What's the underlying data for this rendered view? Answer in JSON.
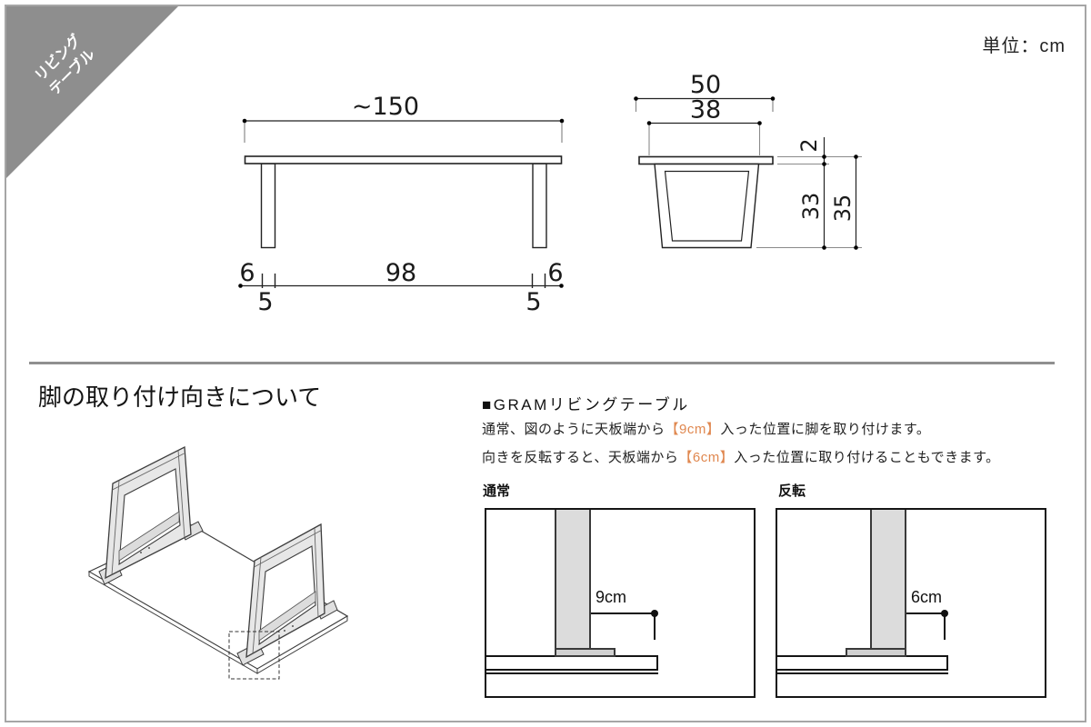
{
  "ribbon": {
    "line1": "リビング",
    "line2": "テーブル"
  },
  "unit_label": "単位：cm",
  "front_view": {
    "total_width": "~150",
    "overhang_left": "6",
    "inner_span": "98",
    "overhang_right": "6",
    "leg_thickness_left": "5",
    "leg_thickness_right": "5"
  },
  "side_view": {
    "depth": "50",
    "frame_width": "38",
    "top_thickness": "2",
    "leg_height": "33",
    "total_height": "35"
  },
  "mounting_section": {
    "heading": "脚の取り付け向きについて",
    "product_title": "■GRAMリビングテーブル",
    "highlight_color": "#E08850",
    "desc_line1": {
      "pre": "通常、図のように天板端から",
      "highlight": "【9cm】",
      "post": "入った位置に脚を取り付けます。"
    },
    "desc_line2": {
      "pre": "向きを反転すると、天板端から",
      "highlight": "【6cm】",
      "post": "入った位置に取り付けることもできます。"
    },
    "diagram_normal": {
      "label": "通常",
      "dimension": "9cm"
    },
    "diagram_reversed": {
      "label": "反転",
      "dimension": "6cm"
    }
  }
}
